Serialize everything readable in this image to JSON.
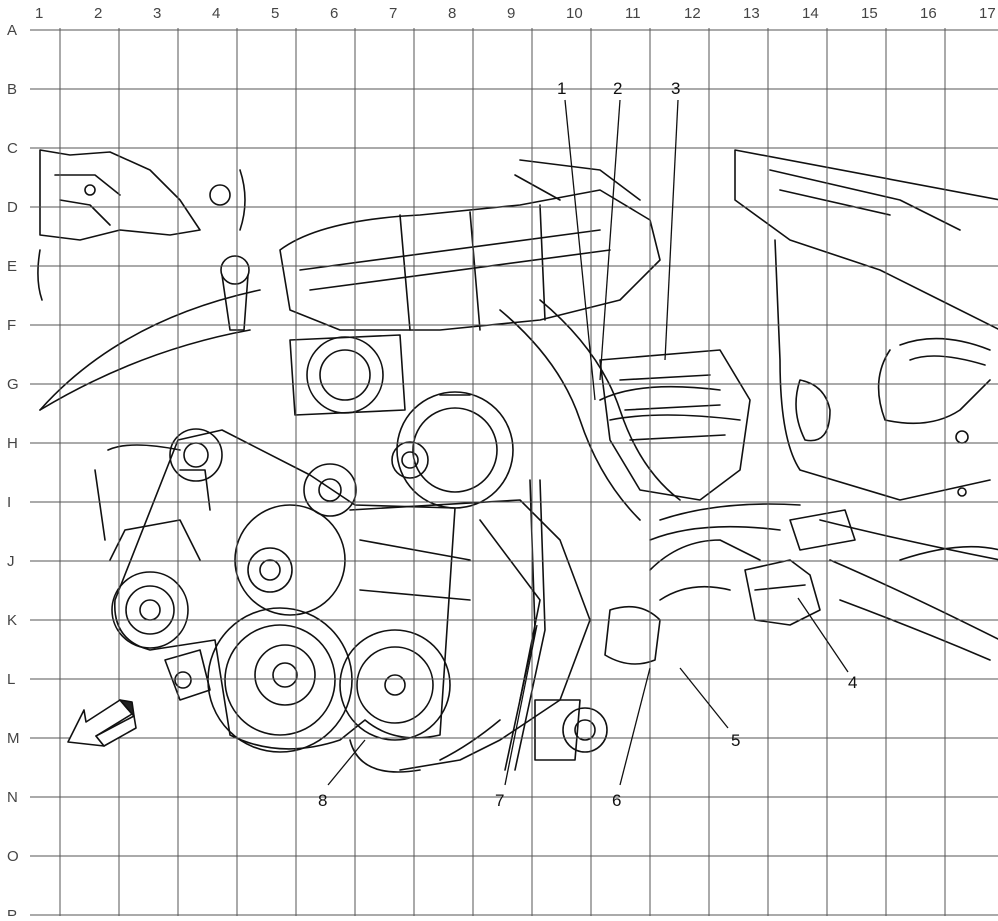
{
  "grid": {
    "columns": [
      "1",
      "2",
      "3",
      "4",
      "5",
      "6",
      "7",
      "8",
      "9",
      "10",
      "11",
      "12",
      "13",
      "14",
      "15",
      "16",
      "17"
    ],
    "rows": [
      "A",
      "B",
      "C",
      "D",
      "E",
      "F",
      "G",
      "H",
      "I",
      "J",
      "K",
      "L",
      "M",
      "N",
      "O",
      "P"
    ]
  },
  "callouts": [
    {
      "number": "1"
    },
    {
      "number": "2"
    },
    {
      "number": "3"
    },
    {
      "number": "4"
    },
    {
      "number": "5"
    },
    {
      "number": "6"
    },
    {
      "number": "7"
    },
    {
      "number": "8"
    }
  ],
  "icons": {
    "direction_arrow": "front-direction-arrow-icon"
  },
  "colors": {
    "line": "#111111",
    "grid": "#555555",
    "background": "#ffffff"
  }
}
